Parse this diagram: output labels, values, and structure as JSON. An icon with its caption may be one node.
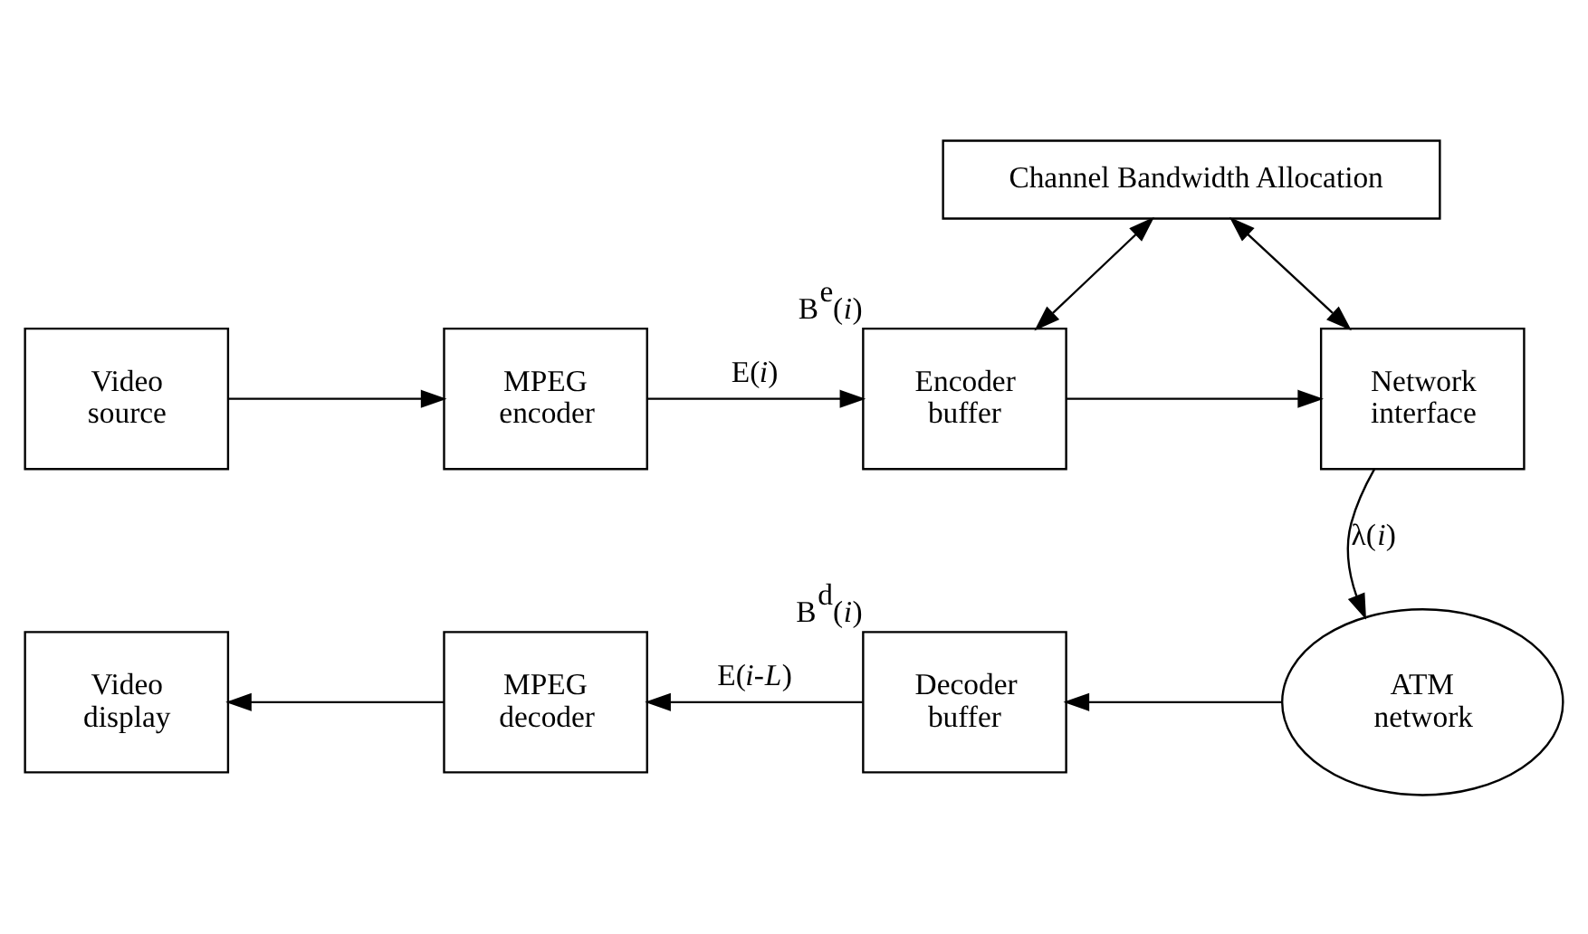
{
  "diagram": {
    "nodes": [
      {
        "text": [
          "Channel Bandwidth Allocation"
        ]
      },
      {
        "text": [
          "Video source"
        ]
      },
      {
        "text": [
          "MPEG encoder"
        ]
      },
      {
        "text": [
          "Encoder buffer"
        ],
        "beside": [
          "B$^{e}$(*i*)"
        ]
      },
      {
        "text": [
          "Network interface"
        ]
      },
      {
        "text": [
          "ATM network"
        ]
      },
      {
        "text": [
          "Decoder buffer"
        ],
        "beside": [
          "B$^{d}$(*i*)"
        ]
      },
      {
        "text": [
          "MPEG decoder"
        ]
      },
      {
        "text": [
          "Video display"
        ]
      }
    ],
    "edges": [
      {
        "from": 1,
        "to": 2,
        "arrow": "to"
      },
      {
        "from": 2,
        "to": 3,
        "arrow": "to",
        "label": "E(*i*)"
      },
      {
        "from": 3,
        "to": 4,
        "arrow": "to"
      },
      {
        "from": 0,
        "to": 3,
        "arrow": "both"
      },
      {
        "from": 0,
        "to": 4,
        "arrow": "both"
      },
      {
        "from": 4,
        "to": 5,
        "arrow": "to",
        "label": "λ(*i*)"
      },
      {
        "from": 5,
        "to": 6,
        "arrow": "to"
      },
      {
        "from": 6,
        "to": 7,
        "arrow": "to",
        "label": "E(*i*-*L*)"
      },
      {
        "from": 7,
        "to": 8,
        "arrow": "to"
      }
    ]
  }
}
